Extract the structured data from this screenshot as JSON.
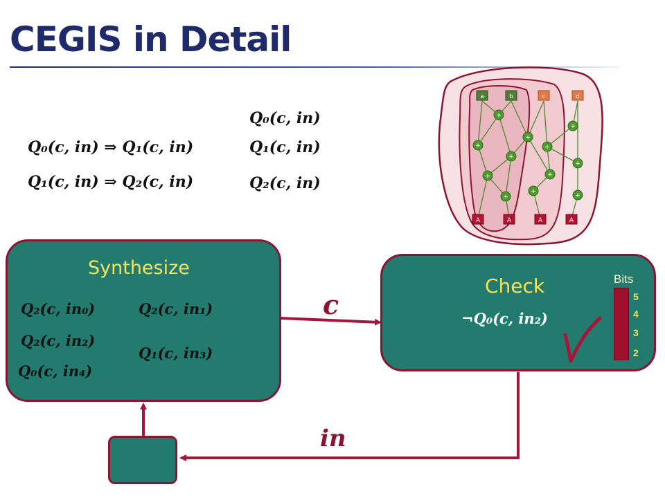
{
  "title": "CEGIS in Detail",
  "implications": [
    {
      "lhs": "Q0(c,in)",
      "rhs": "Q1(c,in)",
      "text": "𝑸₀(𝒄, 𝒊𝒏) ⇒ 𝑸₁(𝒄, 𝒊𝒏)"
    },
    {
      "lhs": "Q1(c,in)",
      "rhs": "Q2(c,in)",
      "text": "𝑸₁(𝒄, 𝒊𝒏) ⇒ 𝑸₂(𝒄, 𝒊𝒏)"
    }
  ],
  "queries": [
    "𝑸₀(𝒄, 𝒊𝒏)",
    "𝑸₁(𝒄, 𝒊𝒏)",
    "𝑸₂(𝒄, 𝒊𝒏)"
  ],
  "synthesize": {
    "title": "Synthesize",
    "constraints": [
      "𝑸₂(𝒄, 𝒊𝒏₀)",
      "𝑸₂(𝒄, 𝒊𝒏₁)",
      "𝑸₂(𝒄, 𝒊𝒏₂)",
      "𝑸₁(𝒄, 𝒊𝒏₃)",
      "𝑸₀(𝒄, 𝒊𝒏₄)"
    ]
  },
  "check": {
    "title": "Check",
    "formula": "¬𝑸₀(𝒄, 𝒊𝒏₂)",
    "bits_label": "Bits",
    "bits": [
      "5",
      "4",
      "3",
      "2"
    ]
  },
  "edge_labels": {
    "to_check": "𝒄",
    "to_synth": "𝒊𝒏"
  },
  "graph": {
    "inputs": [
      "a",
      "b",
      "c",
      "d"
    ],
    "op_symbol": "+",
    "outputs": [
      "A",
      "A",
      "A",
      "A"
    ]
  },
  "colors": {
    "title": "#1f2a6b",
    "box_fill": "#237a6e",
    "box_border": "#8a1530",
    "accent_yellow": "#f2e45c",
    "arrow": "#a3173a"
  }
}
